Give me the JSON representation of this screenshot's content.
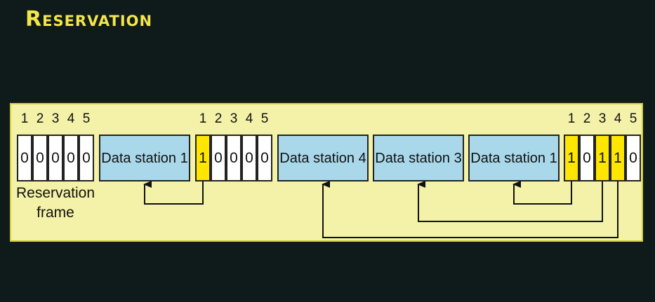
{
  "title": "Reservation",
  "slot_numbers": [
    "1",
    "2",
    "3",
    "4",
    "5"
  ],
  "frame1": [
    "0",
    "0",
    "0",
    "0",
    "0"
  ],
  "frame2": [
    "1",
    "0",
    "0",
    "0",
    "0"
  ],
  "frame3": [
    "1",
    "0",
    "1",
    "1",
    "0"
  ],
  "stations": {
    "s1": "Data station 1",
    "s4": "Data station 4",
    "s3": "Data station 3",
    "s1b": "Data station 1"
  },
  "caption": "Reservation frame",
  "colors": {
    "highlight": "#ffe600",
    "station": "#a9d8ea",
    "panel": "#f4f2a8",
    "title": "#f2e64a"
  }
}
